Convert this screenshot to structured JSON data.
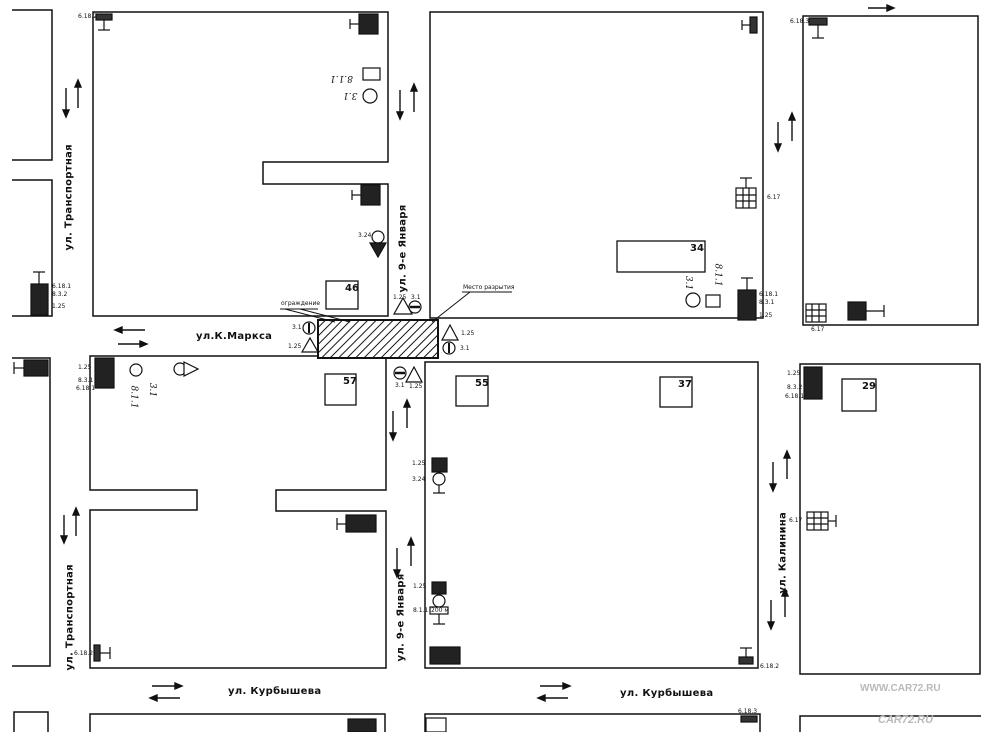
{
  "streets": {
    "transportnaya_top": "ул. Транспортная",
    "transportnaya_bottom": "ул. Транспортная",
    "marksa": "ул.К.Маркса",
    "yanvarya_top": "ул. 9-е Января",
    "yanvarya_bottom": "ул. 9-е Января",
    "kalinina": "ул. Калинина",
    "kurbyshev_left": "ул. Курбышева",
    "kurbyshev_right": "ул. Курбышева"
  },
  "buildings": [
    "46",
    "34",
    "57",
    "55",
    "37",
    "29"
  ],
  "annotations": {
    "fence": "ограждение",
    "work_site": "Место разрытия",
    "distance": "200 м"
  },
  "sign_codes": {
    "c_6_18_2": "6.18.2",
    "c_6_18_3": "6.18.3",
    "c_6_18_1": "6.18.1",
    "c_6_17": "6.17",
    "c_1_25": "1.25",
    "c_3_1": "3.1",
    "c_3_24": "3.24",
    "c_8_3_1": "8.3.1",
    "c_8_3_2": "8.3.2",
    "c_8_1_1": "8.1.1"
  },
  "handwritten": {
    "h1": "8.1.1",
    "h2": "3.1",
    "h3": "8.1.1",
    "h4": "3.1"
  },
  "watermark": {
    "url": "WWW.CAR72.RU",
    "logo": "CAR72.RU"
  }
}
